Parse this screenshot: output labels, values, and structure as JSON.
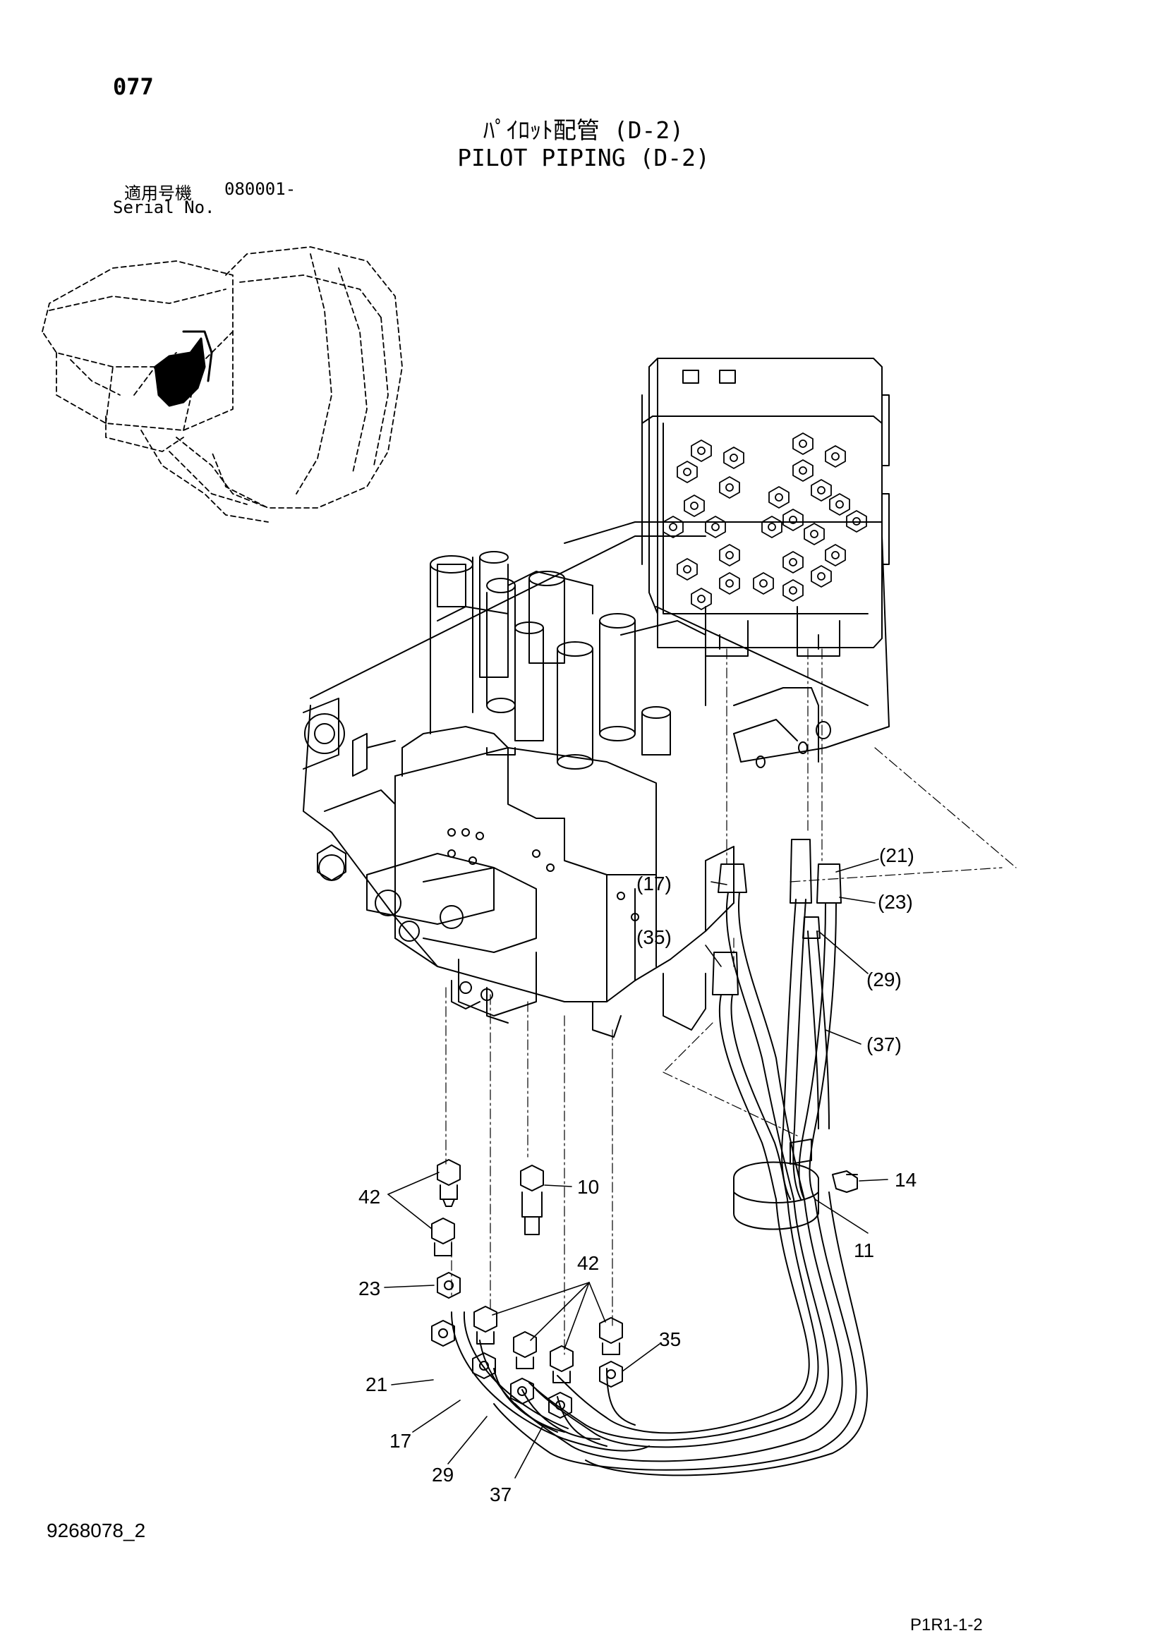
{
  "header": {
    "page_number": "077",
    "title_jp": "ﾊﾟｲﾛｯﾄ配管 (D-2)",
    "title_en": "PILOT PIPING (D-2)",
    "serial_label_jp": "適用号機",
    "serial_value": "080001-",
    "serial_label_en": "Serial No."
  },
  "footer": {
    "drawing_number": "9268078_2",
    "page_ref": "P1R1-1-2"
  },
  "callouts": {
    "c17p": "(17)",
    "c21p": "(21)",
    "c23p": "(23)",
    "c35p": "(35)",
    "c29p": "(29)",
    "c37p": "(37)",
    "c14": "14",
    "c11": "11",
    "c42a": "42",
    "c10": "10",
    "c42b": "42",
    "c23": "23",
    "c35": "35",
    "c21": "21",
    "c17": "17",
    "c29": "29",
    "c37": "37"
  },
  "colors": {
    "line": "#000000",
    "background": "#ffffff"
  }
}
